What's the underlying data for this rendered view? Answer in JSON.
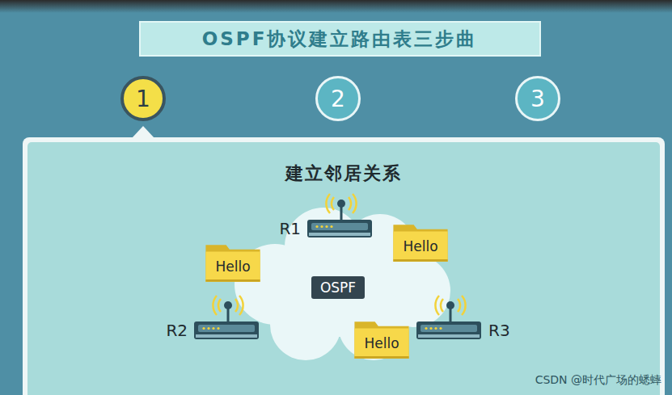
{
  "diagram": {
    "title": "OSPF协议建立路由表三步曲",
    "nodes": [
      {
        "text": [
          "1"
        ]
      },
      {
        "text": [
          "2"
        ]
      },
      {
        "text": [
          "3"
        ]
      },
      {
        "text": [
          "建立邻居关系"
        ]
      },
      {
        "text": [
          "Hello"
        ],
        "in": 3
      },
      {
        "text": [
          "Hello"
        ],
        "in": 3
      },
      {
        "text": [
          "OSPF"
        ],
        "in": 3
      },
      {
        "text": [
          "Hello"
        ],
        "in": 3
      }
    ],
    "labels": [
      "R1",
      "R2",
      "R3",
      "CSDN @时代广场的蟋蟀"
    ]
  }
}
